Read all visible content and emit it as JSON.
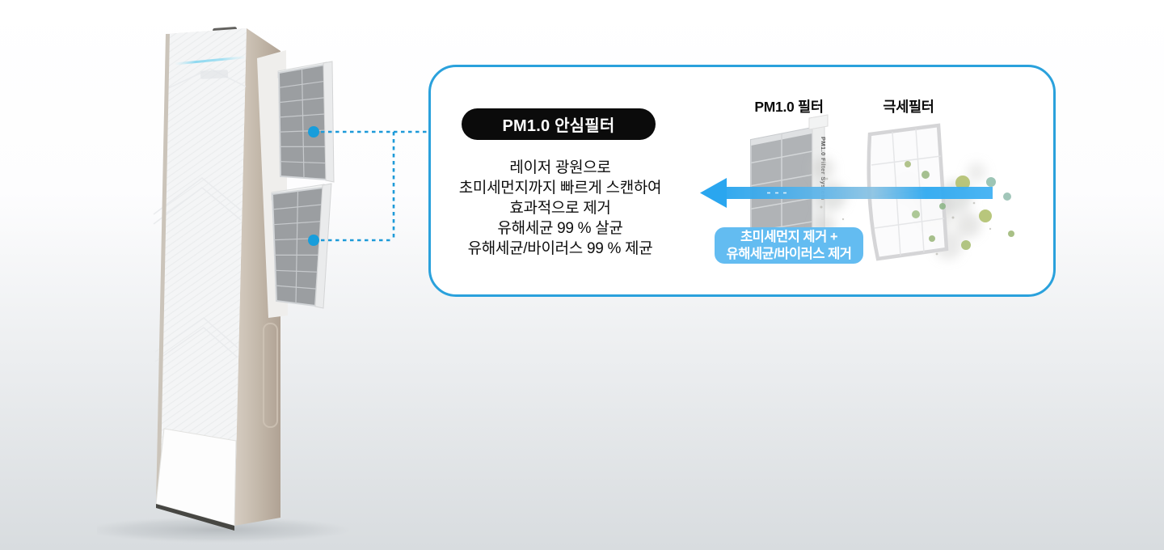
{
  "page": {
    "type": "air-purifier-filter-feature-banner"
  },
  "callout": {
    "badge_label": "PM1.0 안심필터",
    "description_lines": [
      "레이저 광원으로",
      "초미세먼지까지 빠르게 스캔하여",
      "효과적으로 제거",
      "유해세균 99 % 살균",
      "유해세균/바이러스 99 % 제균"
    ],
    "border_color": "#2aa1dc",
    "title_badge_bg": "#0b0b0b"
  },
  "diagram": {
    "pm10_filter_label": "PM1.0 필터",
    "fine_filter_label": "극세필터",
    "filter_side_text": "PM1.0 Filter System",
    "result_badge_lines": [
      "초미세먼지 제거 +",
      "유해세균/바이러스 제거"
    ],
    "arrow_color": "#2aa6ef",
    "result_badge_color": "#63bcf1"
  },
  "colors": {
    "connector_blue": "#1d9ad8",
    "background_bottom": "#d8dcdf"
  }
}
